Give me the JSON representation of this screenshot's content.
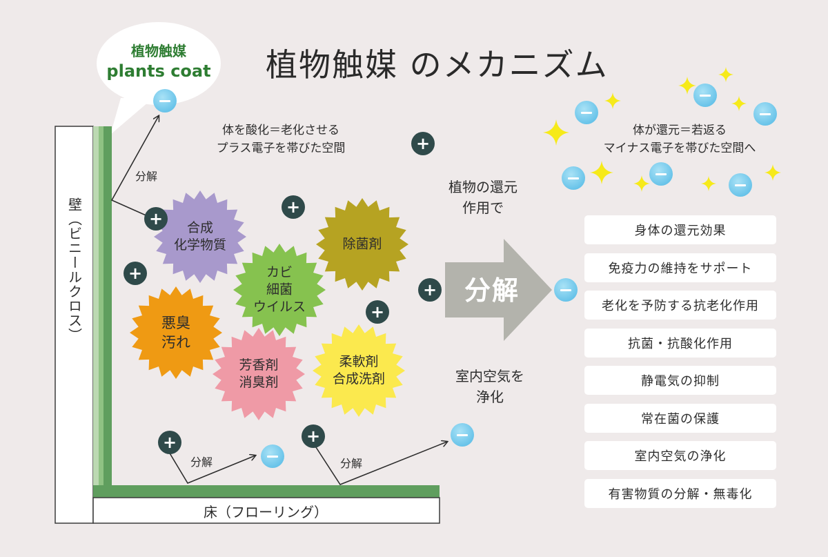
{
  "title": "植物触媒 のメカニズム",
  "bubble": {
    "line1": "植物触媒",
    "line2": "plants coat"
  },
  "wall_label": "壁（ビニールクロス）",
  "floor_label": "床（フローリング）",
  "plus_space_note": [
    "体を酸化＝老化させる",
    "プラス電子を帯びた空間"
  ],
  "minus_space_note": [
    "体が還元＝若返る",
    "マイナス電子を帯びた空間へ"
  ],
  "decompose_label": "分解",
  "process_note": [
    "植物の還元",
    "作用で"
  ],
  "big_arrow_label": "分解",
  "purify_note": [
    "室内空気を",
    "浄化"
  ],
  "pollutants": [
    {
      "lines": [
        "合成",
        "化学物質"
      ],
      "color": "#a899cc"
    },
    {
      "lines": [
        "カビ",
        "細菌",
        "ウイルス"
      ],
      "color": "#86c24f"
    },
    {
      "lines": [
        "除菌剤"
      ],
      "color": "#b6a322"
    },
    {
      "lines": [
        "悪臭",
        "汚れ"
      ],
      "color": "#ef9a13"
    },
    {
      "lines": [
        "芳香剤",
        "消臭剤"
      ],
      "color": "#ef9aa6"
    },
    {
      "lines": [
        "柔軟剤",
        "合成洗剤"
      ],
      "color": "#fbe94e"
    }
  ],
  "effects": [
    "身体の還元効果",
    "免疫力の維持をサポート",
    "老化を予防する抗老化作用",
    "抗菌・抗酸化作用",
    "静電気の抑制",
    "常在菌の保護",
    "室内空気の浄化",
    "有害物質の分解・無毒化"
  ],
  "colors": {
    "background": "#efeaea",
    "coating_green": "#5f9e5e",
    "plus_ion": "#2f4a4a",
    "minus_ion": "#4fb7e4",
    "arrow": "#b3b3ac",
    "sparkle": "#f6ea1a",
    "bubble_text": "#2e7d32"
  }
}
